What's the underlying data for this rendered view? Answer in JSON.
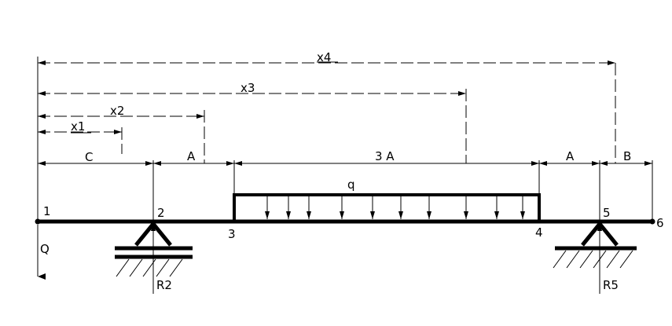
{
  "dimensions": {
    "x1": "x1",
    "x2": "x2",
    "x3": "x3",
    "x4": "x4",
    "c": "C",
    "a_left": "A",
    "three_a": "3 A",
    "a_right": "A",
    "b": "B"
  },
  "load": {
    "q": "q"
  },
  "nodes": {
    "n1": "1",
    "n2": "2",
    "n3": "3",
    "n4": "4",
    "n5": "5",
    "n6": "6"
  },
  "forces": {
    "q_force": "Q",
    "r2": "R2",
    "r5": "R5"
  },
  "colors": {
    "line": "#000000",
    "background": "#ffffff"
  }
}
